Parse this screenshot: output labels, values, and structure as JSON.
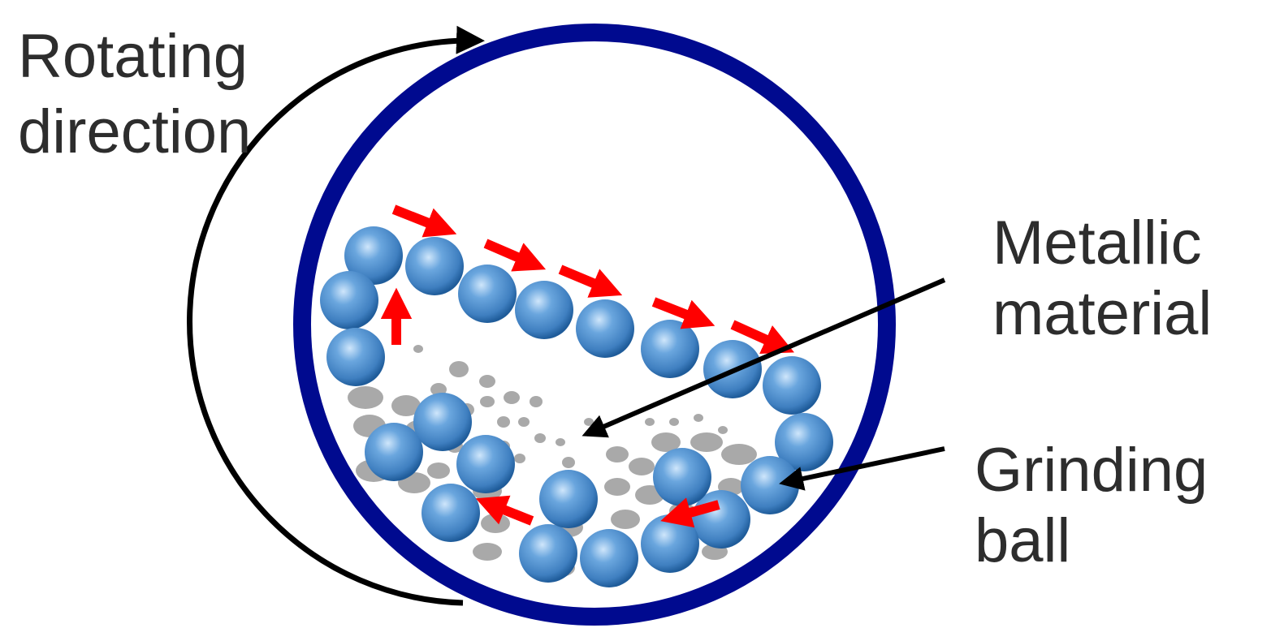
{
  "labels": {
    "rotating_line1": "Rotating",
    "rotating_line2": "direction",
    "metallic_line1": "Metallic",
    "metallic_line2": "material",
    "grinding_line1": "Grinding",
    "grinding_line2": "ball"
  },
  "colors": {
    "drum_ring": "#000a8f",
    "ball_fill": "#4f8fd0",
    "ball_dark": "#1f5c9a",
    "particle": "#a9a9a9",
    "motion_arrow": "#ff0000",
    "pointer_arrow": "#000000",
    "text": "#2d2d2d"
  },
  "icons": {
    "rotation": "curved-arrow-icon",
    "motion": "red-arrow-icon",
    "pointer": "black-arrow-icon"
  }
}
